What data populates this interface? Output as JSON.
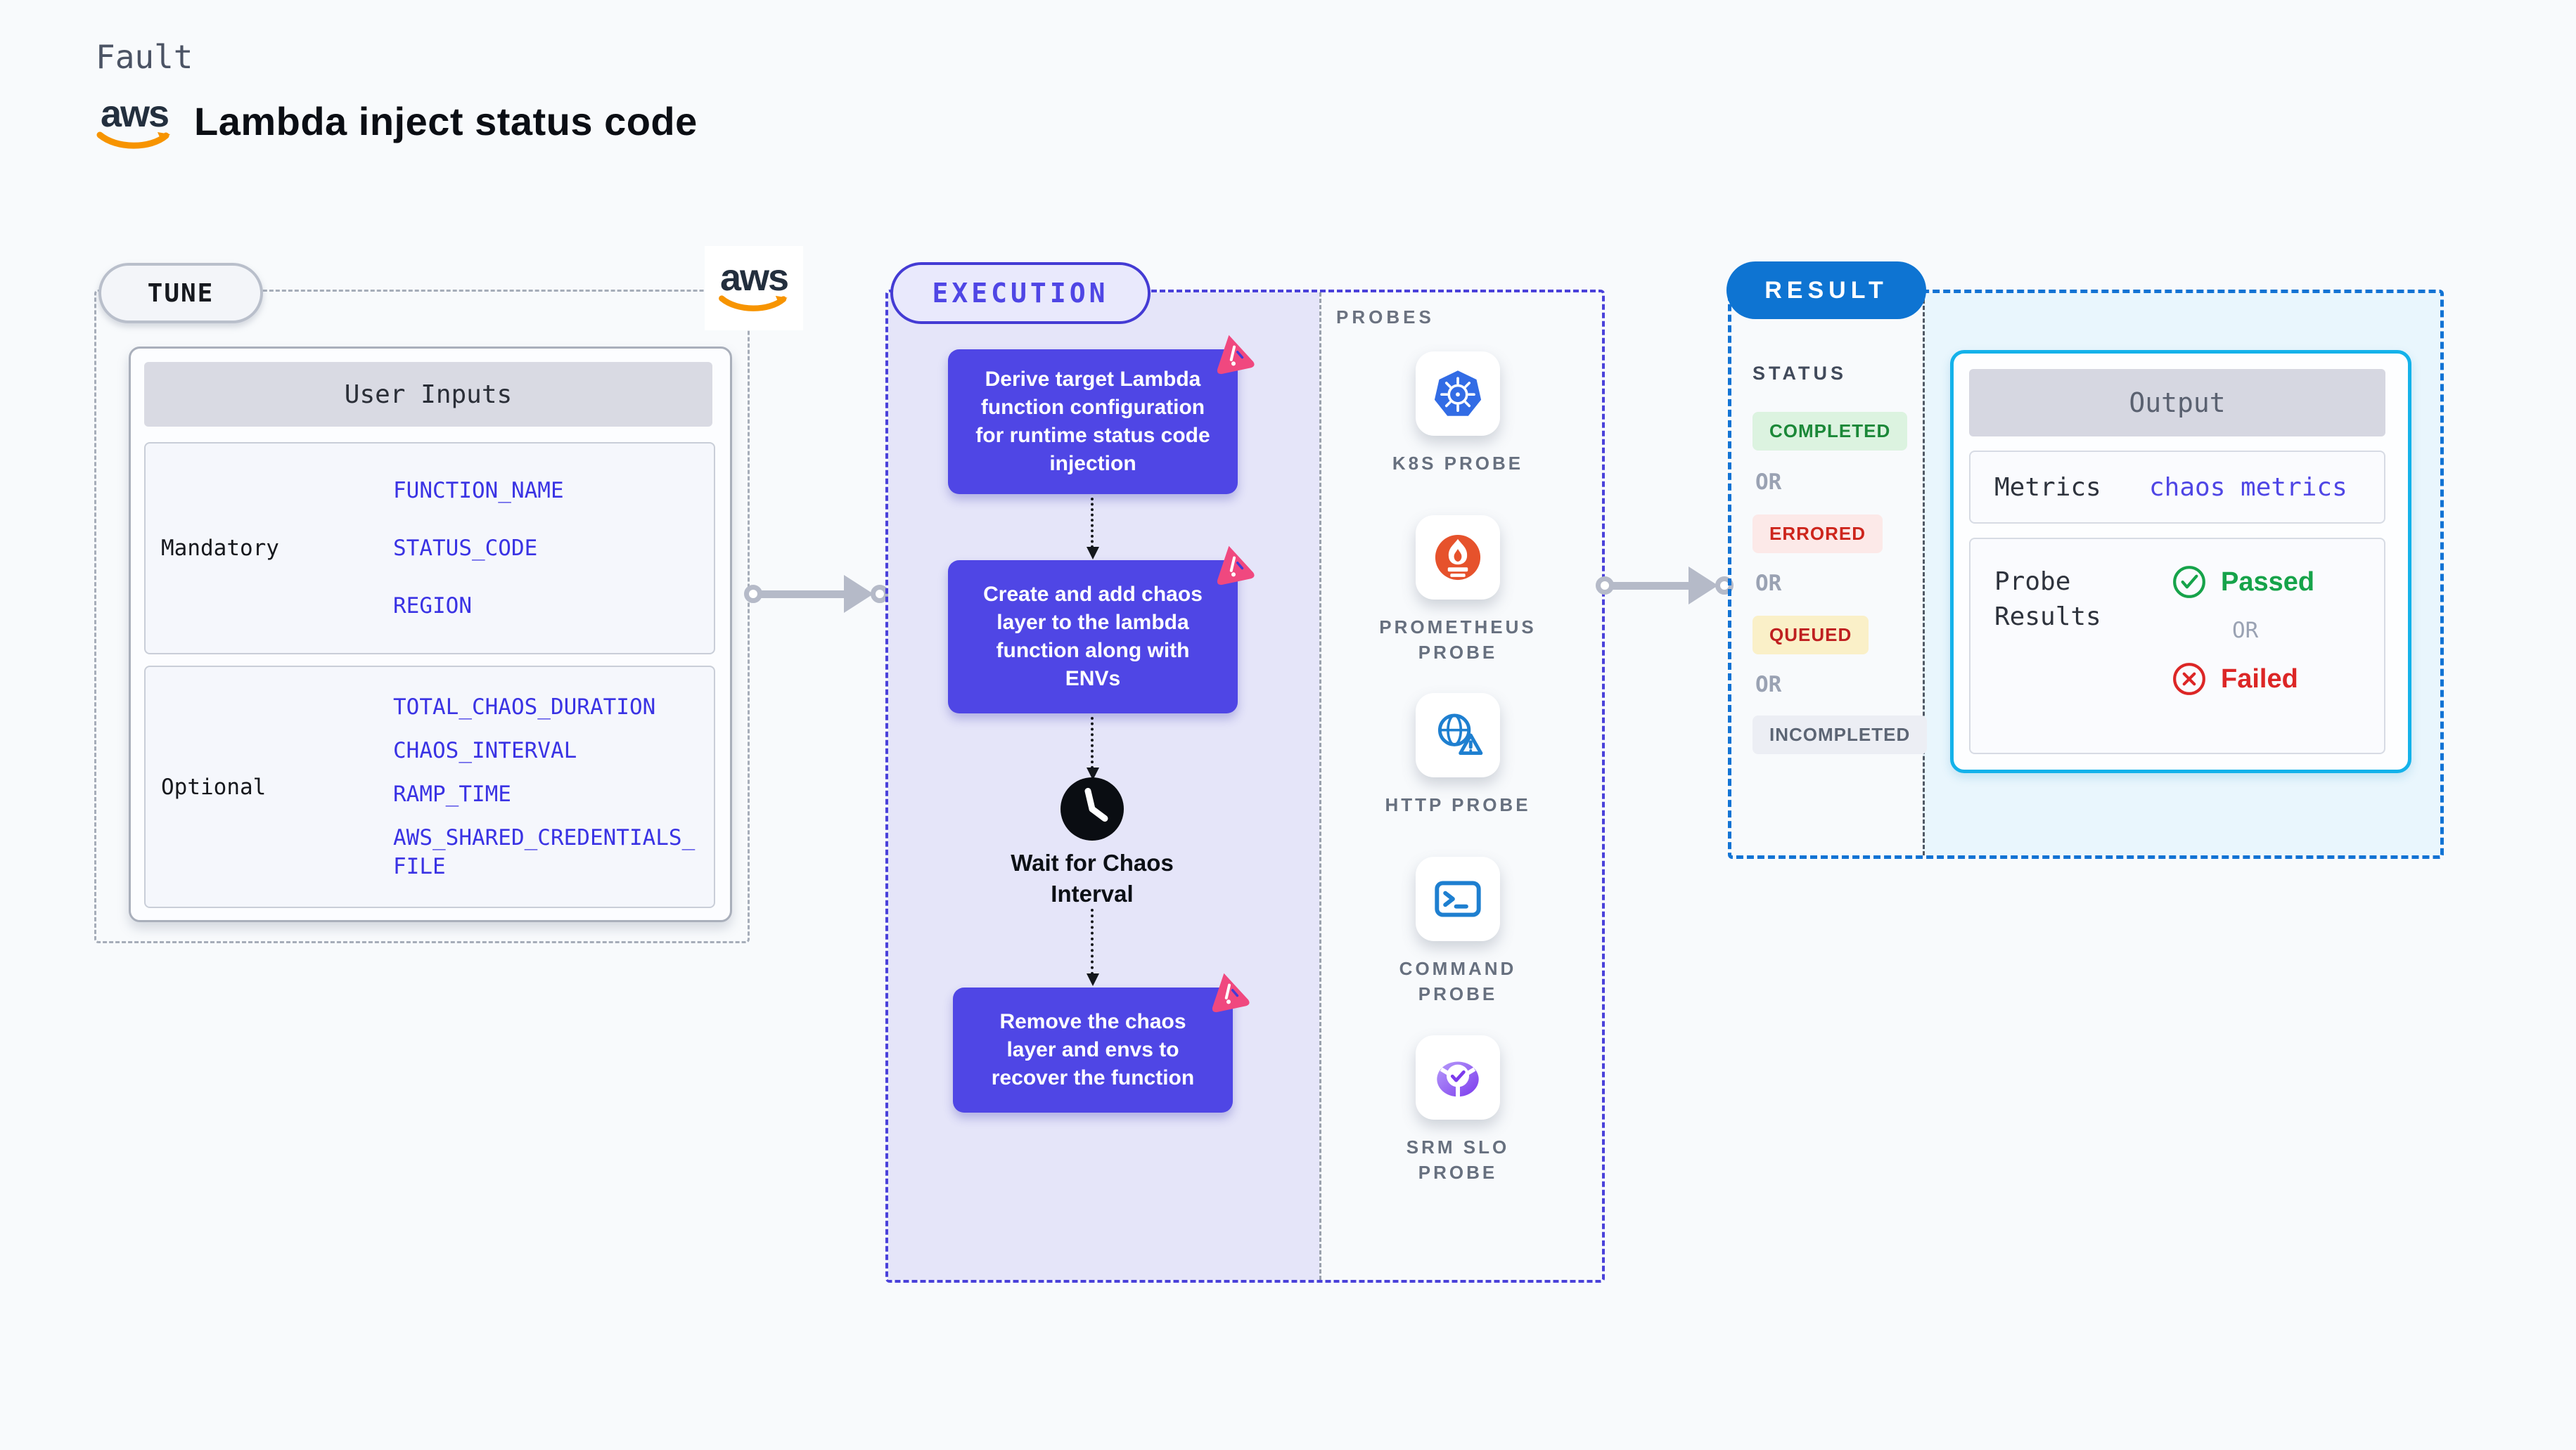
{
  "header": {
    "kicker": "Fault",
    "title": "Lambda inject status code",
    "aws_wordmark": "aws"
  },
  "tune": {
    "pill": "TUNE",
    "user_inputs": {
      "title": "User Inputs",
      "mandatory_label": "Mandatory",
      "mandatory_vars": [
        "FUNCTION_NAME",
        "STATUS_CODE",
        "REGION"
      ],
      "optional_label": "Optional",
      "optional_vars": [
        "TOTAL_CHAOS_DURATION",
        "CHAOS_INTERVAL",
        "RAMP_TIME",
        "AWS_SHARED_CREDENTIALS_\nFILE"
      ]
    }
  },
  "execution": {
    "pill": "EXECUTION",
    "steps": [
      "Derive target Lambda\nfunction configuration\nfor runtime status code\ninjection",
      "Create and add chaos\nlayer to the lambda\nfunction along with\nENVs",
      "Remove the chaos\nlayer and envs to\nrecover the function"
    ],
    "wait_label": "Wait for Chaos\nInterval",
    "probes": {
      "title": "PROBES",
      "items": [
        {
          "name": "K8S PROBE",
          "icon": "kubernetes-icon"
        },
        {
          "name": "PROMETHEUS\nPROBE",
          "icon": "prometheus-icon"
        },
        {
          "name": "HTTP PROBE",
          "icon": "http-globe-icon"
        },
        {
          "name": "COMMAND\nPROBE",
          "icon": "terminal-icon"
        },
        {
          "name": "SRM SLO\nPROBE",
          "icon": "srm-slo-icon"
        }
      ]
    }
  },
  "result": {
    "pill": "RESULT",
    "status": {
      "title": "STATUS",
      "completed": "COMPLETED",
      "errored": "ERRORED",
      "queued": "QUEUED",
      "incompleted": "INCOMPLETED",
      "or": "OR"
    },
    "output": {
      "title": "Output",
      "metrics_label": "Metrics",
      "metrics_value": "chaos metrics",
      "probe_results_label": "Probe\nResults",
      "passed": "Passed",
      "or": "OR",
      "failed": "Failed"
    }
  },
  "colors": {
    "accent_indigo": "#4f46e5",
    "accent_blue": "#0e74d2",
    "accent_cyan": "#14b2ea",
    "success_green": "#16a34a",
    "error_red": "#dc2626",
    "variable_blue": "#3a33e4",
    "litmus_pink": "#f0487f",
    "aws_orange": "#f79400"
  }
}
